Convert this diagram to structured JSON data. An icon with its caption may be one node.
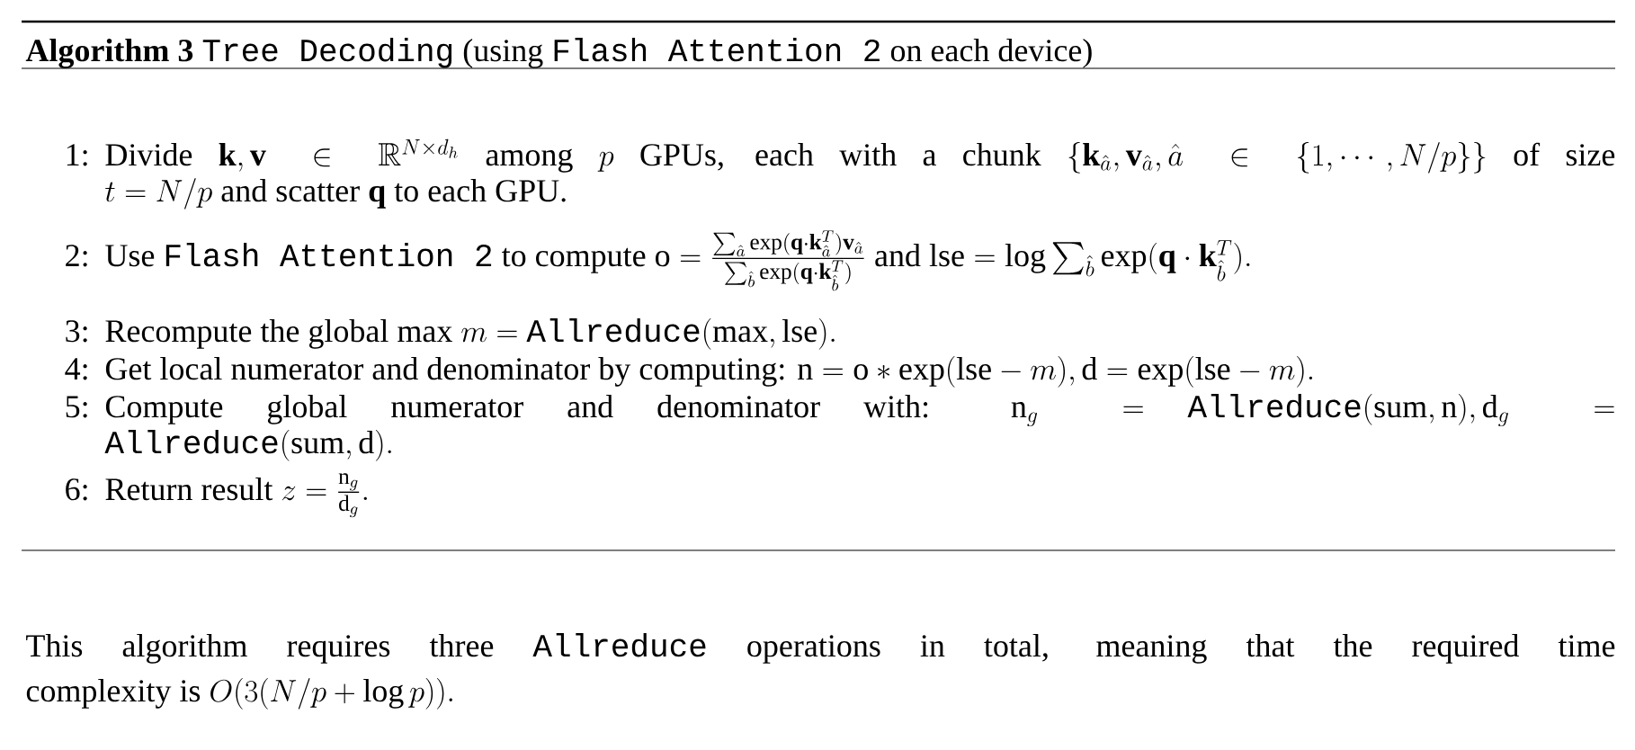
{
  "diagram": {
    "labels": [
      "Algorithm 3",
      "Tree Decoding",
      "(using",
      "Flash Attention 2",
      "on each device)",
      "1:",
      "Divide",
      "\\mathbf{k},\\mathbf{v}\\in\\mathbb{R}^{N\\times d_h}",
      "among",
      "p",
      "GPUs, each with a chunk",
      "\\{\\mathbf{k}_{\\hat{a}},\\mathbf{v}_{\\hat{a}},\\hat{a}\\in\\{1,\\cdots,N/p\\}\\}",
      "of size",
      "t=N/p",
      "and scatter",
      "\\mathbf{q}",
      "to each GPU.",
      "2:",
      "Use",
      "Flash Attention 2",
      "to compute",
      "\\mathrm{o}=\\frac{\\sum_{\\hat{a}}\\exp(\\mathbf{q}\\cdot\\mathbf{k}_{\\hat{a}}^{T})\\mathbf{v}_{\\hat{a}}}{\\sum_{\\hat{b}}\\exp(\\mathbf{q}\\cdot\\mathbf{k}_{\\hat{b}}^{T})}",
      "and",
      "\\mathrm{lse}=\\log\\sum_{\\hat{b}}\\exp(\\mathbf{q}\\cdot\\mathbf{k}_{\\hat{b}}^{T}).",
      "3:",
      "Recompute the global max",
      "m=",
      "Allreduce",
      "(\\mathrm{max},\\mathrm{lse}).",
      "4:",
      "Get local numerator and denominator by computing:",
      "\\mathrm{n}=\\mathrm{o}*\\exp(\\mathrm{lse}-m),\\mathrm{d}=\\exp(\\mathrm{lse}-m).",
      "5:",
      "Compute global numerator and denominator with:",
      "\\mathrm{n}_g=",
      "Allreduce",
      "(\\mathrm{sum},\\mathrm{n}),\\mathrm{d}_g=",
      "Allreduce",
      "(\\mathrm{sum},\\mathrm{d}).",
      "6:",
      "Return result",
      "z=\\frac{\\mathrm{n}_g}{\\mathrm{d}_g}.",
      "This algorithm requires three",
      "Allreduce",
      "operations in total, meaning that the required time",
      "complexity is",
      "O(3(N/p+\\log p))."
    ]
  }
}
